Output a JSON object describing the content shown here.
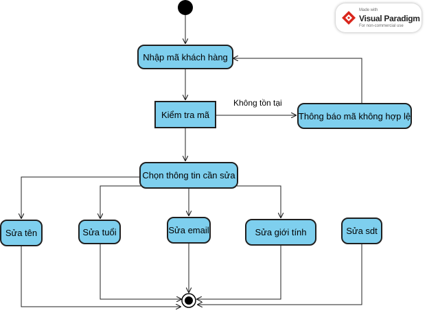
{
  "diagram": {
    "nodes": {
      "enter_code": "Nhập mã khách hàng",
      "check_code": "Kiểm tra mã",
      "invalid_notice": "Thông báo mã không hợp lệ",
      "choose_info": "Chọn thông tin cần sửa",
      "edit_name": "Sửa tên",
      "edit_age": "Sửa tuổi",
      "edit_email": "Sửa email",
      "edit_gender": "Sửa giới tính",
      "edit_phone": "Sửa sdt"
    },
    "edges": {
      "not_exist": "Không tồn tại"
    }
  },
  "watermark": {
    "made_with": "Made with",
    "brand": "Visual Paradigm",
    "note": "For non-commercial use"
  },
  "colors": {
    "node_fill": "#7ecfee",
    "stroke": "#1f1f1f",
    "logo_red": "#d9261c"
  }
}
